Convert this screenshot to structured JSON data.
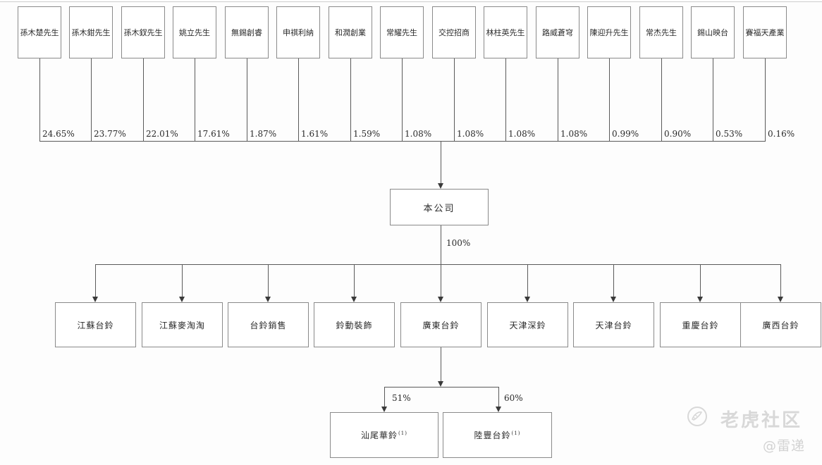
{
  "colors": {
    "line": "#5a5a5a",
    "box_border": "#8a8a8a",
    "text": "#2a2a2a",
    "watermark": "#d8d8d8",
    "background": "#fdfdfd"
  },
  "shareholders": [
    {
      "name": "孫木楚先生",
      "percent": "24.65%"
    },
    {
      "name": "孫木鉗先生",
      "percent": "23.77%"
    },
    {
      "name": "孫木釵先生",
      "percent": "22.01%"
    },
    {
      "name": "姚立先生",
      "percent": "17.61%"
    },
    {
      "name": "無錫創睿",
      "percent": "1.87%"
    },
    {
      "name": "申祺利納",
      "percent": "1.61%"
    },
    {
      "name": "和潤創業",
      "percent": "1.59%"
    },
    {
      "name": "常耀先生",
      "percent": "1.08%"
    },
    {
      "name": "交控招商",
      "percent": "1.08%"
    },
    {
      "name": "林柱英先生",
      "percent": "1.08%"
    },
    {
      "name": "路威蒼穹",
      "percent": "1.08%"
    },
    {
      "name": "陳迎升先生",
      "percent": "0.99%"
    },
    {
      "name": "常杰先生",
      "percent": "0.90%"
    },
    {
      "name": "錫山映台",
      "percent": "0.53%"
    },
    {
      "name": "賽福天產業",
      "percent": "0.16%"
    }
  ],
  "company": {
    "name": "本公司",
    "ownership_to_subsidiaries": "100%"
  },
  "subsidiaries": [
    "江蘇台鈴",
    "江蘇麥淘淘",
    "台鈴銷售",
    "鈴動裝飾",
    "廣東台鈴",
    "天津深鈴",
    "天津台鈴",
    "重慶台鈴",
    "廣西台鈴"
  ],
  "sub_subsidiaries": [
    {
      "name": "汕尾華鈴",
      "note": "(1)",
      "percent": "51%"
    },
    {
      "name": "陸豐台鈴",
      "note": "(1)",
      "percent": "60%"
    }
  ],
  "watermark": {
    "icon": "tiger-logo",
    "brand": "老虎社区",
    "author": "@雷递"
  }
}
